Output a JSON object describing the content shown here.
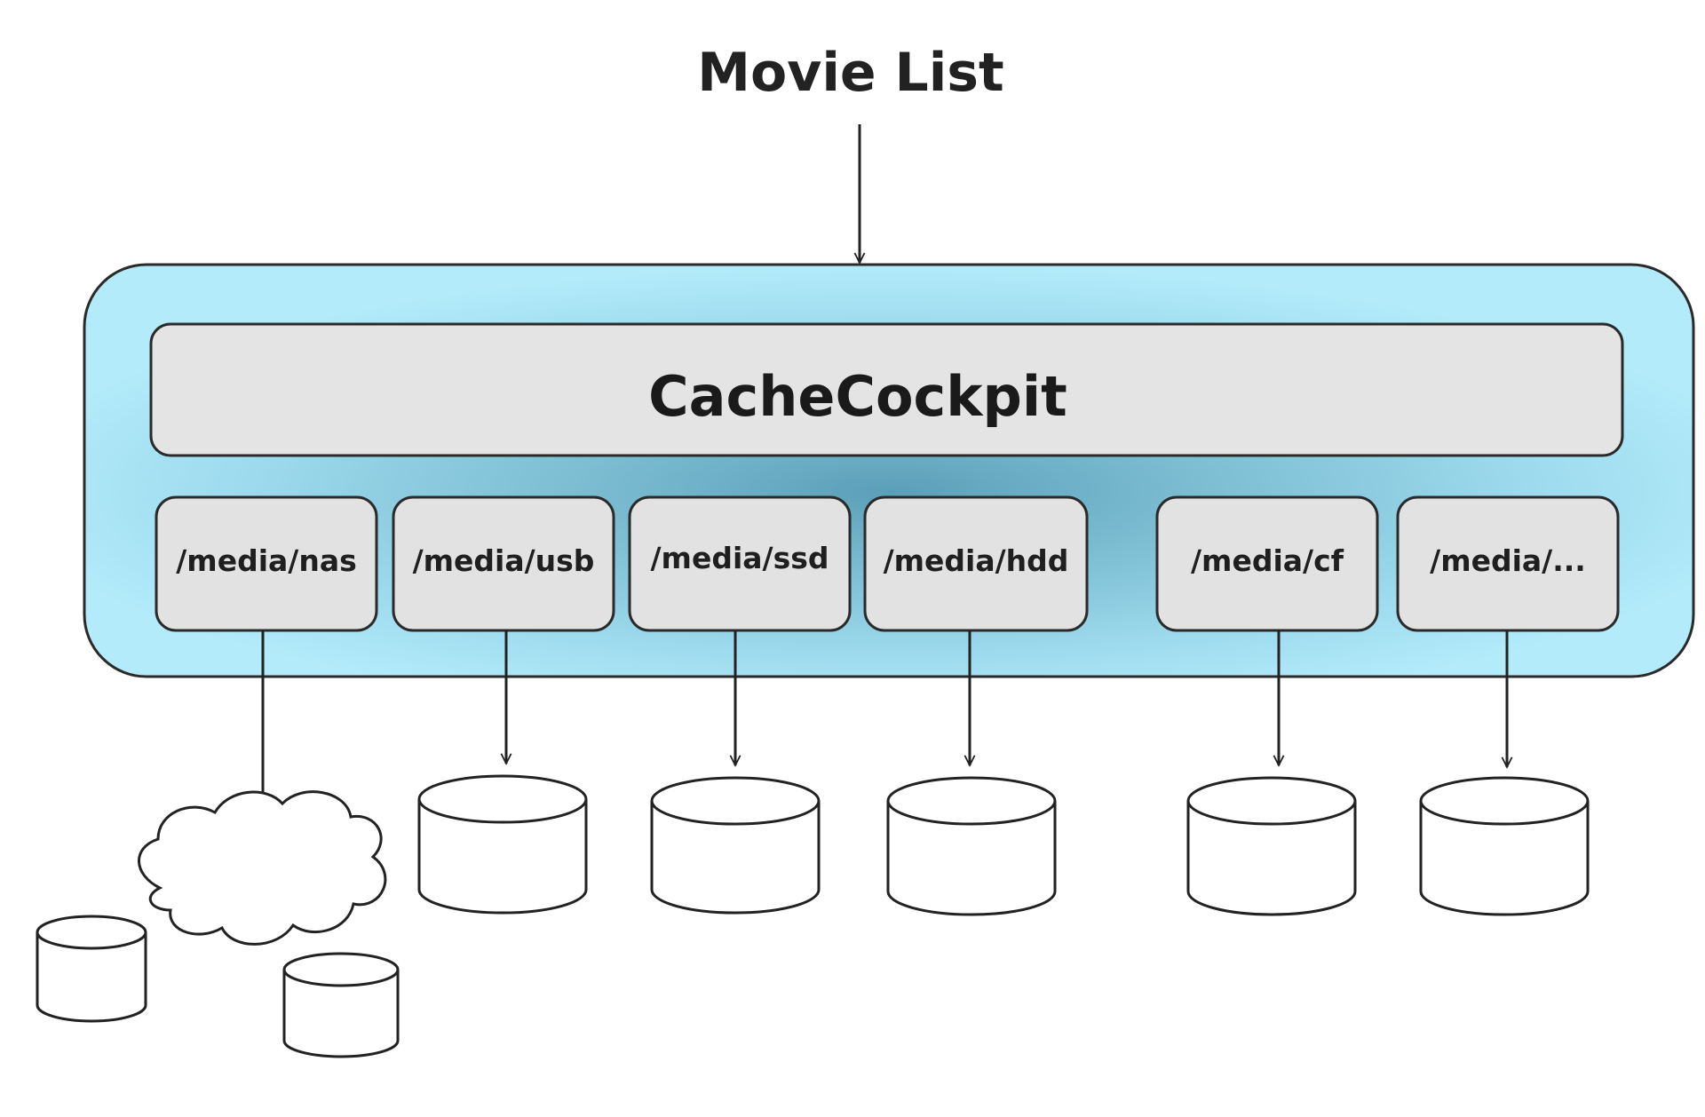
{
  "diagram": {
    "title": "Movie List",
    "core_label": "CacheCockpit",
    "mounts": [
      {
        "label": "/media/nas",
        "target": "network-cloud"
      },
      {
        "label": "/media/usb",
        "target": "disk"
      },
      {
        "label": "/media/ssd",
        "target": "disk"
      },
      {
        "label": "/media/hdd",
        "target": "disk"
      },
      {
        "label": "/media/cf",
        "target": "disk"
      },
      {
        "label": "/media/...",
        "target": "disk"
      }
    ],
    "colors": {
      "outer_panel_light": "#a9e4f5",
      "outer_panel_dark": "#5fa8c2",
      "core_fill": "#e4e4e4",
      "mount_fill": "#e2e2e2",
      "line": "#222222",
      "disk_fill": "#ffffff"
    }
  }
}
